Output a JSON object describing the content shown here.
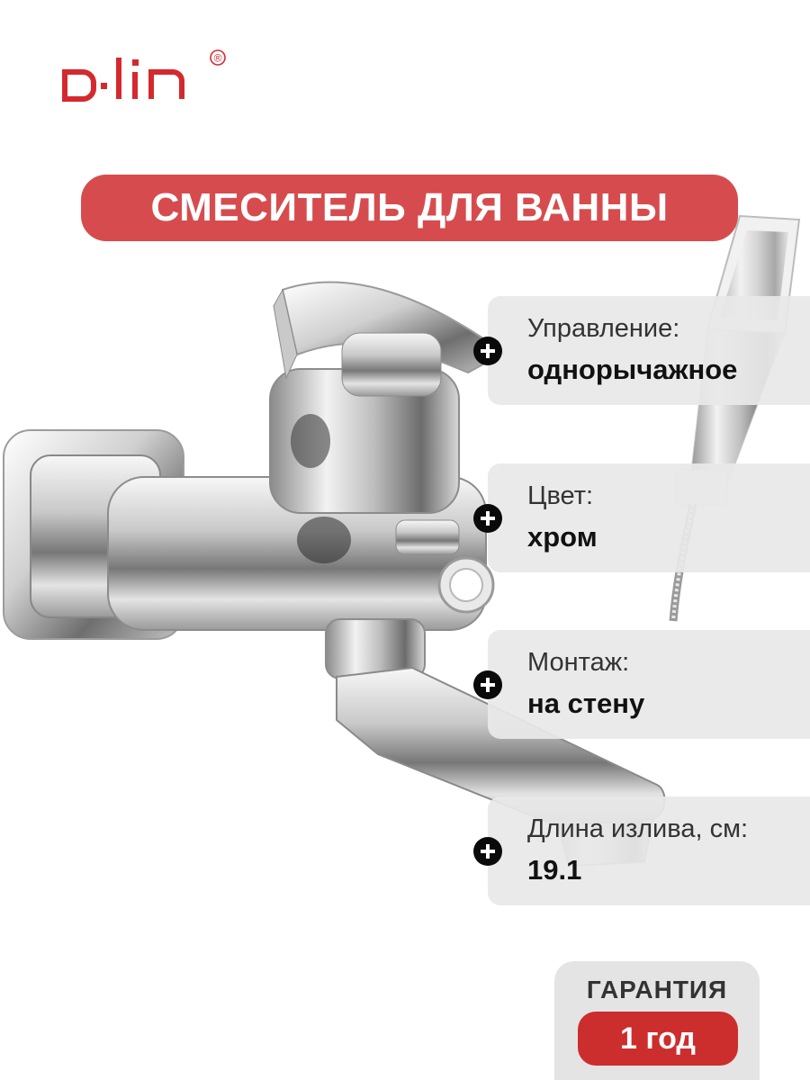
{
  "brand": {
    "logo_text": "d·lin",
    "registered_mark": "®",
    "color": "#d42a2f"
  },
  "title": {
    "text": "СМЕСИТЕЛЬ ДЛЯ ВАННЫ",
    "background": "#d64c4e"
  },
  "features": [
    {
      "label": "Управление:",
      "value": "однорычажное",
      "icon": "plus-icon"
    },
    {
      "label": "Цвет:",
      "value": "хром",
      "icon": "plus-icon"
    },
    {
      "label": "Монтаж:",
      "value": "на стену",
      "icon": "plus-icon"
    },
    {
      "label": "Длина излива, см:",
      "value": "19.1",
      "icon": "plus-icon"
    }
  ],
  "warranty": {
    "label": "ГАРАНТИЯ",
    "value": "1 год",
    "accent": "#cc2d2d"
  }
}
